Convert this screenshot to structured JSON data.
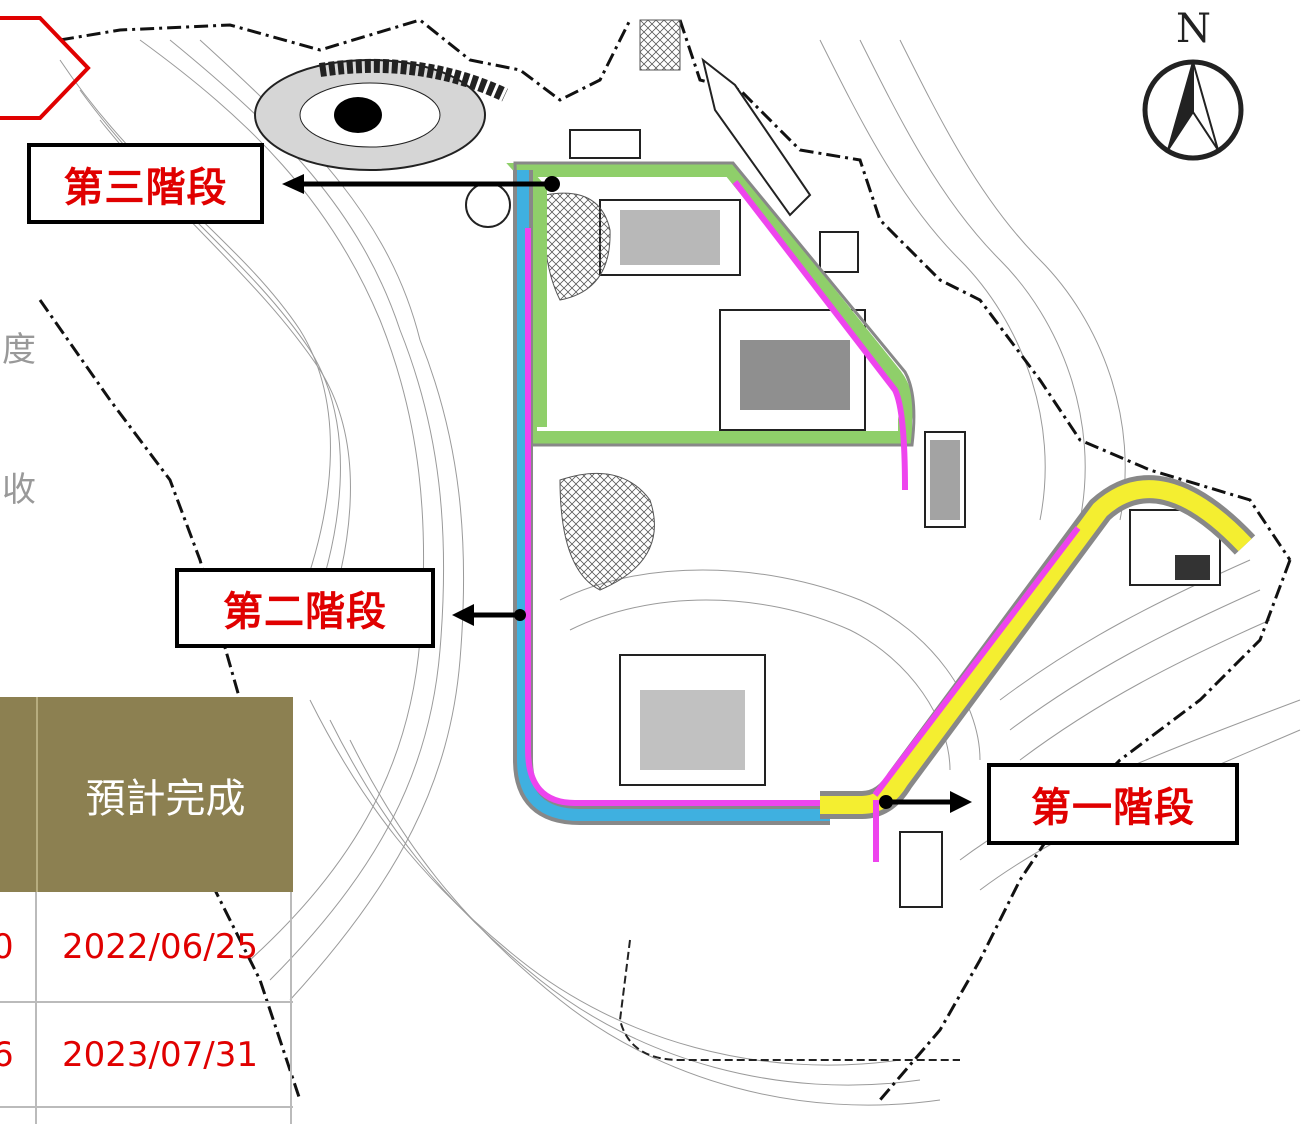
{
  "phases": {
    "phase3": "第三階段",
    "phase2": "第二階段",
    "phase1": "第一階段"
  },
  "compass": {
    "north_label": "N",
    "icon": "north-arrow-icon"
  },
  "side_text": {
    "char1": "度",
    "char2": "收"
  },
  "table": {
    "header_expected_completion": "預計完成",
    "rows": [
      {
        "left_partial": "0",
        "completion": "2022/06/25"
      },
      {
        "left_partial": "6",
        "completion": "2023/07/31"
      }
    ]
  },
  "colors": {
    "phase_text": "#e00000",
    "table_header": "#8c8051",
    "route_magenta": "#ee44ee",
    "route_blue": "#3fb0e0",
    "route_yellow": "#f4ee30",
    "green_area": "#8fcf6a",
    "road_grey": "#888888"
  }
}
